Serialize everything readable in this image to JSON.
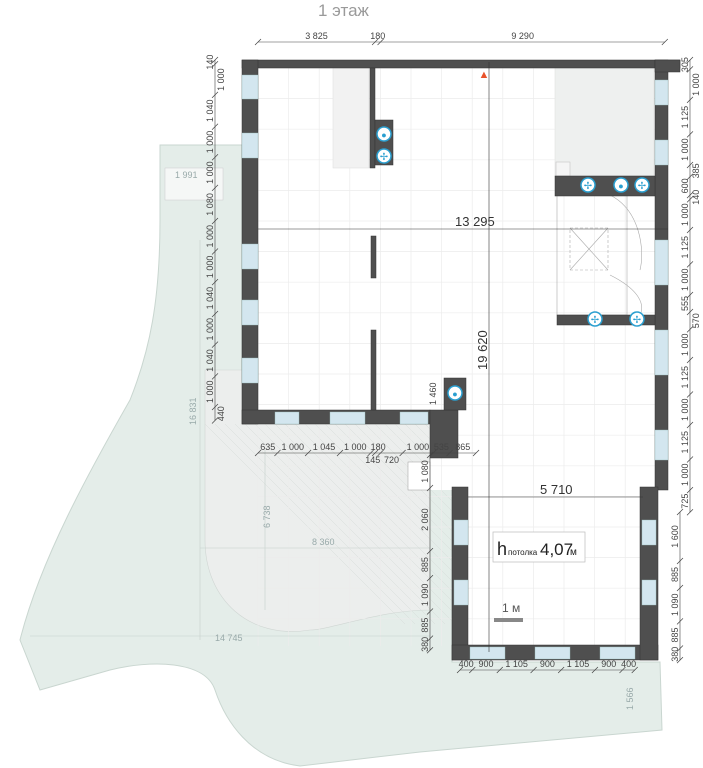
{
  "title": "1 этаж",
  "dims": {
    "top": [
      "3 825",
      "180",
      "9 290"
    ],
    "top_values": [
      3825,
      180,
      9290
    ],
    "left": [
      "140",
      "1 000",
      "1 040",
      "1 000",
      "1 000",
      "1 080",
      "1 000",
      "1 000",
      "1 040",
      "1 000",
      "1 040",
      "1 000",
      "440"
    ],
    "left_values": [
      140,
      1000,
      1040,
      1000,
      1000,
      1080,
      1000,
      1000,
      1040,
      1000,
      1040,
      1000,
      440
    ],
    "right": [
      "305",
      "1 000",
      "1 125",
      "1 000",
      "385",
      "600",
      "140",
      "1 000",
      "1 125",
      "1 000",
      "555",
      "570",
      "1 000",
      "1 125",
      "1 000",
      "1 125",
      "1 000",
      "725"
    ],
    "right_values": [
      305,
      1000,
      1125,
      1000,
      385,
      600,
      140,
      1000,
      1125,
      1000,
      555,
      570,
      1000,
      1125,
      1000,
      1125,
      1000,
      725
    ],
    "bottom_left": [
      "635",
      "1 000",
      "1 045",
      "1 000",
      "145",
      "180",
      "720",
      "1 000",
      "535",
      "865"
    ],
    "bottom_left_values": [
      635,
      1000,
      1045,
      1000,
      145,
      180,
      720,
      1000,
      535,
      865
    ],
    "annex_left": [
      "1 080",
      "2 060",
      "885",
      "1 090",
      "885",
      "380"
    ],
    "annex_left_values": [
      1080,
      2060,
      885,
      1090,
      885,
      380
    ],
    "annex_right": [
      "1 600",
      "885",
      "1 090",
      "885",
      "380"
    ],
    "annex_right_values": [
      1600,
      885,
      1090,
      885,
      380
    ],
    "annex_bottom": [
      "400",
      "900",
      "1 105",
      "900",
      "1 105",
      "900",
      "400"
    ],
    "annex_bottom_values": [
      400,
      900,
      1105,
      900,
      1105,
      900,
      400
    ],
    "overall_width": "13 295",
    "overall_height": "19 620",
    "annex_width": "5 710",
    "niche": "1 460"
  },
  "garden": {
    "d1": "16 831",
    "d2": "1 991",
    "d3": "6 738",
    "d4": "8 360",
    "d5": "14 745",
    "d6": "1 566"
  },
  "ceiling": {
    "h": "h",
    "sub": "потолка",
    "value": "4,07",
    "unit": "м"
  },
  "scale_label": "1 м",
  "colors": {
    "wall": "#4f4f4f",
    "window": "#d3e6ef",
    "garden": "#e4ede9",
    "icon": "#2a9fd0",
    "fire": "#e8522a"
  }
}
